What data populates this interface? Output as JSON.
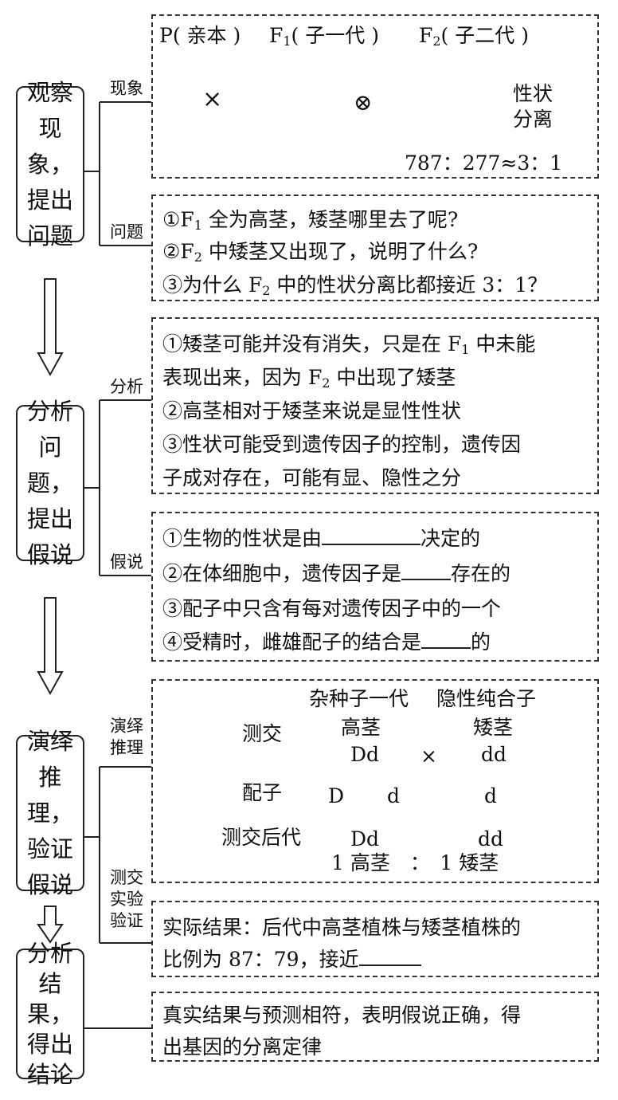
{
  "stages": [
    {
      "id": "observe",
      "text": "观察现象，提出问题"
    },
    {
      "id": "analyze",
      "text": "分析问题，提出假说"
    },
    {
      "id": "deduce",
      "text": "演绎推理，验证假说"
    },
    {
      "id": "conclude",
      "text": "分析结果，得出结论"
    }
  ],
  "branches": {
    "phenomenon": "现象",
    "question": "问题",
    "analysis": "分析",
    "hypothesis": "假说",
    "deduction": "演绎推理",
    "testcross_verify": "测交实验验证"
  },
  "phenomenon": {
    "p_label": "P( 亲本 )",
    "f1_label": "F",
    "f1_sub": "1",
    "f1_rest": "( 子一代 )",
    "f2_label": "F",
    "f2_sub": "2",
    "f2_rest": "( 子二代 )",
    "cross_symbol": "×",
    "self_symbol": "⊗",
    "separation_label": "性状分离",
    "ratio": "787：277≈3：1"
  },
  "questions": [
    {
      "pre": "①F",
      "sub": "1",
      "post": " 全为高茎，矮茎哪里去了呢?"
    },
    {
      "pre": "②F",
      "sub": "2",
      "post": " 中矮茎又出现了，说明了什么?"
    },
    {
      "pre": "③为什么 F",
      "sub": "2",
      "post": " 中的性状分离比都接近 3：1？"
    }
  ],
  "analysis": {
    "line1_pre": "①矮茎可能并没有消失，只是在 F",
    "line1_sub": "1",
    "line1_post": " 中未能",
    "line2_pre": "表现出来，因为 F",
    "line2_sub": "2",
    "line2_post": " 中出现了矮茎",
    "line3": "②高茎相对于矮茎来说是显性性状",
    "line4": "③性状可能受到遗传因子的控制，遗传因",
    "line5": "子成对存在，可能有显、隐性之分"
  },
  "hypothesis": {
    "h1_pre": "①生物的性状是由",
    "h1_post": "决定的",
    "h2_pre": "②在体细胞中，遗传因子是",
    "h2_post": "存在的",
    "h3": "③配子中只含有每对遗传因子中的一个",
    "h4_pre": "④受精时，雌雄配子的结合是",
    "h4_post": "的"
  },
  "testcross": {
    "hybrid": "杂种子一代",
    "recessive": "隐性纯合子",
    "row_cross": "测交",
    "row_gamete": "配子",
    "row_offspring": "测交后代",
    "tall": "高茎",
    "short": "矮茎",
    "g_dd_big": "Dd",
    "g_dd_small": "dd",
    "cross": "×",
    "gamete_D": "D",
    "gamete_d1": "d",
    "gamete_d2": "d",
    "off_Dd": "Dd",
    "off_dd": "dd",
    "result": "1 高茎　：　1 矮茎"
  },
  "actual": {
    "line1": "实际结果：后代中高茎植株与矮茎植株的",
    "line2_pre": "比例为 87：79，接近"
  },
  "conclusion": {
    "line1": "真实结果与预测相符，表明假说正确，得",
    "line2": "出基因的分离定律"
  }
}
